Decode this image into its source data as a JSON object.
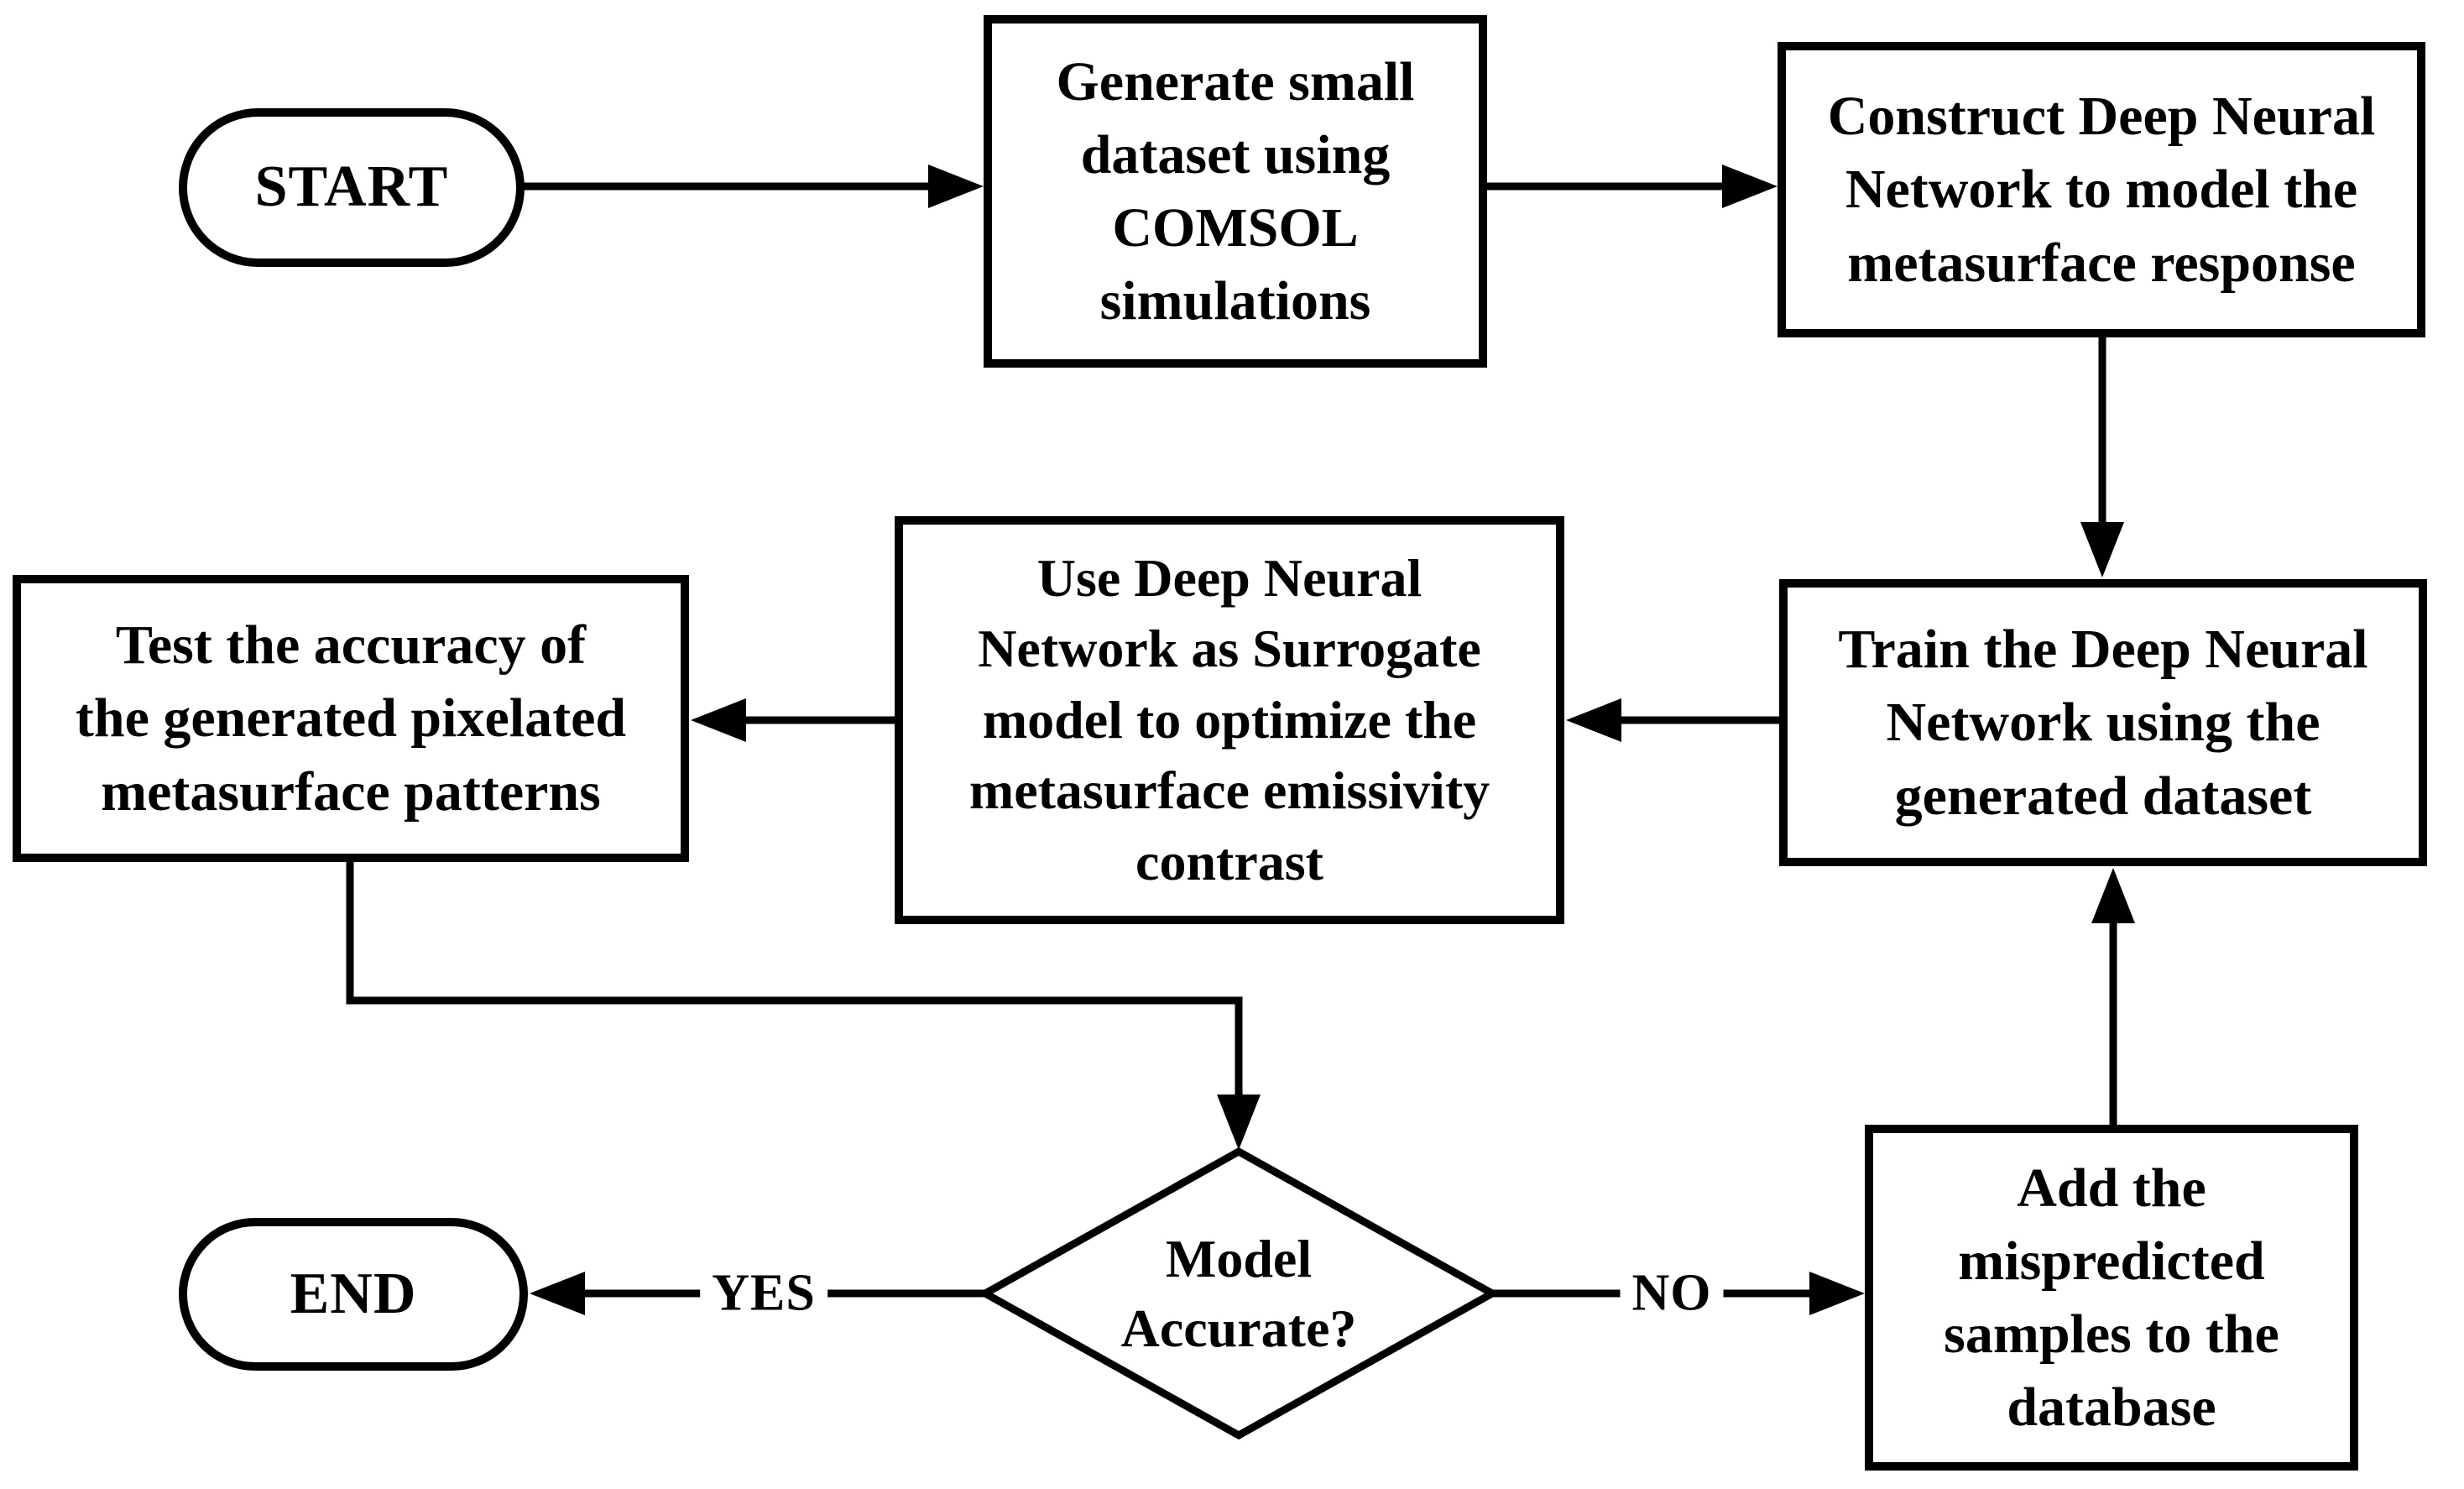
{
  "diagram": {
    "title": "Deep-neural-network metasurface design flowchart",
    "colors": {
      "ink": "#000000",
      "paper": "#ffffff"
    },
    "nodes": {
      "start": {
        "type": "terminal",
        "label": "START"
      },
      "generate": {
        "type": "process",
        "label": "Generate small\ndataset using\nCOMSOL\nsimulations"
      },
      "construct": {
        "type": "process",
        "label": "Construct Deep Neural\nNetwork to model the\nmetasurface response"
      },
      "train": {
        "type": "process",
        "label": "Train the Deep Neural\nNetwork using the\ngenerated dataset"
      },
      "surrogate": {
        "type": "process",
        "label": "Use Deep Neural\nNetwork as Surrogate\nmodel to optimize the\nmetasurface emissivity\ncontrast"
      },
      "test": {
        "type": "process",
        "label": "Test the accuracy of\nthe generated pixelated\nmetasurface patterns"
      },
      "decision": {
        "type": "decision",
        "label": "Model\nAccurate?"
      },
      "add": {
        "type": "process",
        "label": "Add the\nmispredicted\nsamples to the\ndatabase"
      },
      "end": {
        "type": "terminal",
        "label": "END"
      }
    },
    "edge_labels": {
      "yes": "YES",
      "no": "NO"
    }
  }
}
